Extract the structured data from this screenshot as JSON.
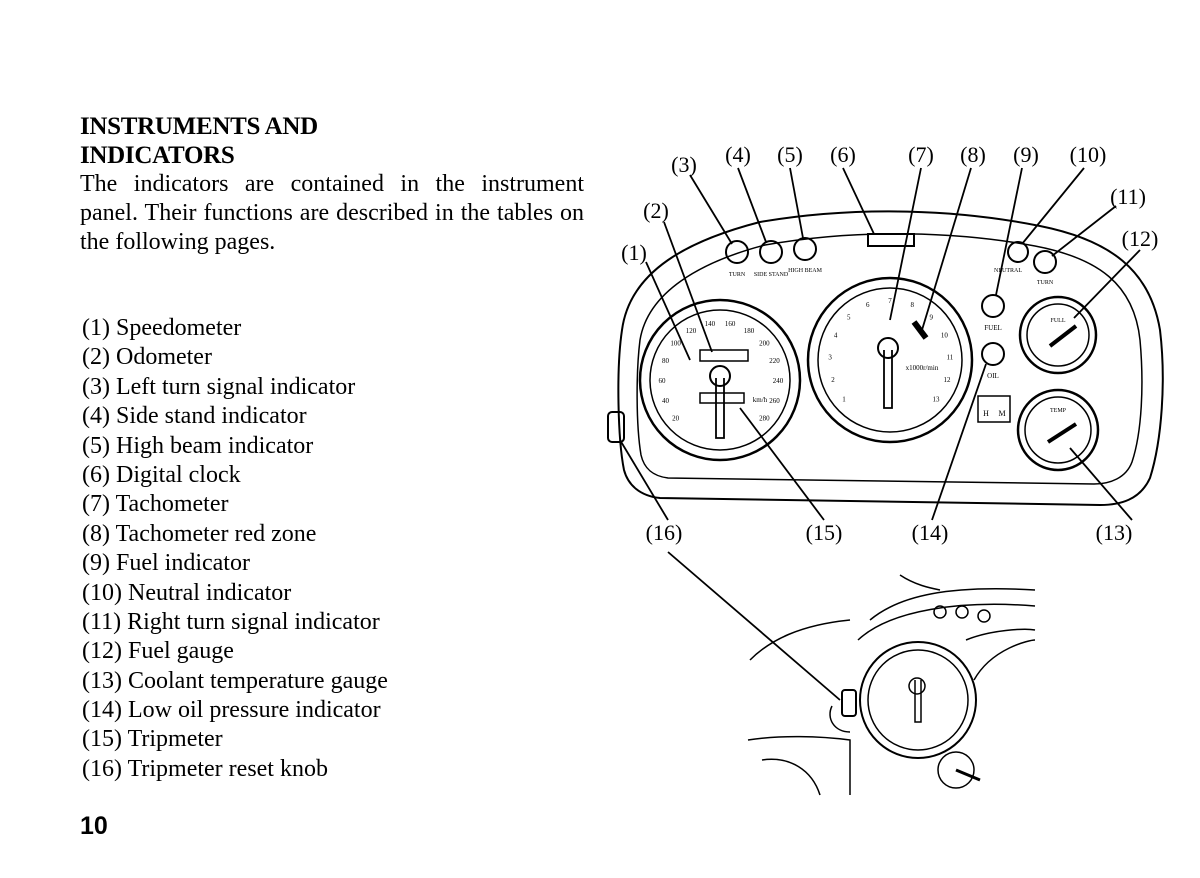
{
  "heading": [
    "INSTRUMENTS AND",
    "INDICATORS"
  ],
  "intro": "The indicators are contained in the instrument panel. Their functions are described in the tables on the following pages.",
  "legend": [
    {
      "num": "(1)",
      "label": "Speedometer"
    },
    {
      "num": "(2)",
      "label": "Odometer"
    },
    {
      "num": "(3)",
      "label": "Left turn signal indicator"
    },
    {
      "num": "(4)",
      "label": "Side stand indicator"
    },
    {
      "num": "(5)",
      "label": "High beam indicator"
    },
    {
      "num": "(6)",
      "label": "Digital clock"
    },
    {
      "num": "(7)",
      "label": "Tachometer"
    },
    {
      "num": "(8)",
      "label": "Tachometer red zone"
    },
    {
      "num": "(9)",
      "label": "Fuel indicator"
    },
    {
      "num": "(10)",
      "label": "Neutral indicator"
    },
    {
      "num": "(11)",
      "label": "Right turn signal indicator"
    },
    {
      "num": "(12)",
      "label": "Fuel gauge"
    },
    {
      "num": "(13)",
      "label": "Coolant temperature gauge"
    },
    {
      "num": "(14)",
      "label": "Low oil pressure indicator"
    },
    {
      "num": "(15)",
      "label": "Tripmeter"
    },
    {
      "num": "(16)",
      "label": "Tripmeter reset knob"
    }
  ],
  "page_number": "10",
  "illustration": {
    "callouts": [
      "(1)",
      "(2)",
      "(3)",
      "(4)",
      "(5)",
      "(6)",
      "(7)",
      "(8)",
      "(9)",
      "(10)",
      "(11)",
      "(12)",
      "(13)",
      "(14)",
      "(15)",
      "(16)"
    ],
    "panel_labels": {
      "turn": "TURN",
      "side_stand": "SIDE STAND",
      "high_beam": "HIGH BEAM",
      "neutral": "NEUTRAL",
      "fuel": "FUEL",
      "oil": "OIL",
      "full": "FULL",
      "temp": "TEMP",
      "rpm_unit": "x1000r/min",
      "speed_unit": "km/h",
      "h": "H",
      "m": "M"
    },
    "speedometer_ticks": [
      "20",
      "40",
      "60",
      "80",
      "100",
      "120",
      "140",
      "160",
      "180",
      "200",
      "220",
      "240",
      "260",
      "280"
    ],
    "tachometer_ticks": [
      "1",
      "2",
      "3",
      "4",
      "5",
      "6",
      "7",
      "8",
      "9",
      "10",
      "11",
      "12",
      "13"
    ]
  }
}
